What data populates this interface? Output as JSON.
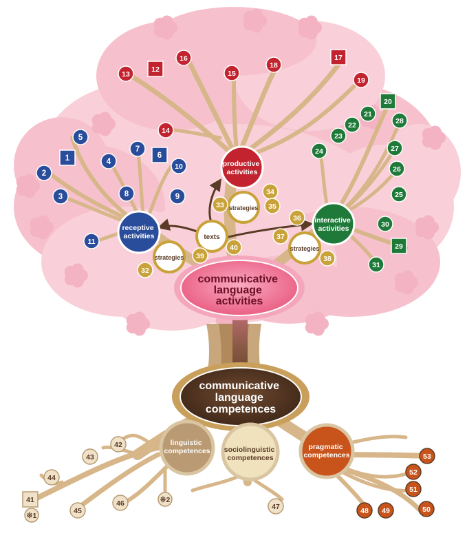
{
  "colors": {
    "blossom": "#f8c9d2",
    "blossom_dark": "#f2b2c0",
    "branch": "#d9b98c",
    "branch_dark": "#b8915e",
    "trunk": "#a88760",
    "receptive": "#2a4d9b",
    "productive": "#c2232f",
    "interactive": "#1f7a3a",
    "strategy": "#c9a23a",
    "pragmatic": "#c8541c",
    "linguistic": "#b99a72",
    "sociolinguistic": "#e9d7a6",
    "root_num": "#d8c6a6",
    "activities_pink": "#e06a8f",
    "competences_dark": "#5a3b26"
  },
  "nodes": {
    "productive": [
      "productive",
      "activities"
    ],
    "receptive": [
      "receptive",
      "activities"
    ],
    "interactive": [
      "interactive",
      "activities"
    ],
    "texts": "texts",
    "strategies": "strategies",
    "activities": [
      "communicative",
      "language",
      "activities"
    ],
    "competences": [
      "communicative",
      "language",
      "competences"
    ],
    "linguistic": [
      "linguistic",
      "competences"
    ],
    "sociolinguistic": [
      "sociolinguistic",
      "competences"
    ],
    "pragmatic": [
      "pragmatic",
      "competences"
    ]
  },
  "markers": {
    "red_circle": [
      "13",
      "14",
      "15",
      "16",
      "18",
      "19"
    ],
    "red_square": [
      "12",
      "17"
    ],
    "blue_circle": [
      "2",
      "3",
      "4",
      "5",
      "7",
      "8",
      "9",
      "10",
      "11"
    ],
    "blue_square": [
      "1",
      "6"
    ],
    "green_circle": [
      "21",
      "22",
      "23",
      "24",
      "25",
      "26",
      "27",
      "28",
      "30",
      "31"
    ],
    "green_square": [
      "20",
      "29"
    ],
    "gold_circle": [
      "32",
      "33",
      "34",
      "35",
      "36",
      "37",
      "38",
      "39",
      "40"
    ],
    "tan_circle": [
      "42",
      "43",
      "44",
      "45",
      "46",
      "47"
    ],
    "tan_square": [
      "41"
    ],
    "note": [
      "※1",
      "※2"
    ],
    "orange_circle": [
      "48",
      "49",
      "50",
      "51",
      "52",
      "53"
    ]
  }
}
